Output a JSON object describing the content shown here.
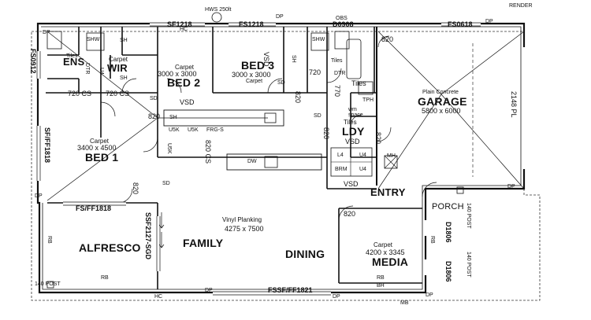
{
  "plan": {
    "header_render": "RENDER",
    "hws": "HWS 250lt",
    "window_codes": {
      "sf1218_top": "SF1218",
      "fs1218_top": "FS1218",
      "d0908": "D0908",
      "fs0618": "FS0618",
      "fs0912": "FS0912",
      "sf_ff1818": "SF/FF1818",
      "fs_ff1818": "FS/FF1818",
      "ssf2127_sgd": "SSF2127-SGD",
      "fssf_ff1821": "FSSF/FF1821",
      "d1806_a": "D1806",
      "d1806_b": "D1806"
    },
    "rooms": {
      "ens": {
        "name": "ENS"
      },
      "wir": {
        "name": "WIR",
        "finish": "Carpet"
      },
      "bed2": {
        "name": "BED 2",
        "finish": "Carpet",
        "size": "3000 x 3000"
      },
      "bed3": {
        "name": "BED 3",
        "finish": "Carpet",
        "size": "3000 x 3000"
      },
      "bed1": {
        "name": "BED 1",
        "finish": "Carpet",
        "size": "3400 x 4500"
      },
      "garage": {
        "name": "GARAGE",
        "finish": "Plain Concrete",
        "size": "5800 x 6000"
      },
      "ldy": {
        "name": "LDY",
        "finish": "Tiles"
      },
      "entry": {
        "name": "ENTRY"
      },
      "porch": {
        "name": "PORCH"
      },
      "family": {
        "name": "FAMILY",
        "finish": "Vinyl Planking",
        "size": "4275 x 7500"
      },
      "dining": {
        "name": "DINING"
      },
      "alfresco": {
        "name": "ALFRESCO"
      },
      "media": {
        "name": "MEDIA",
        "finish": "Carpet",
        "size": "4200 x 3345"
      }
    },
    "labels": {
      "shw1": "SHW",
      "shw2": "SHW",
      "sh_top": "SH",
      "sh_wir": "SH",
      "sh_bed3": "SH",
      "sh_kitchen": "SH",
      "tiles_ens": "Tiles",
      "tiles_bath": "Tiles",
      "tiles_mid": "Tiles",
      "dtr1": "DTR",
      "dtr2": "DTR",
      "u4": "U4",
      "vsd1": "VSD",
      "vsd2": "VSD",
      "vsd3": "VSD",
      "vsd4": "VSD",
      "cs_720a": "720 CS",
      "cs_720b": "720 CS",
      "cs_820": "820 CS",
      "d820_1": "820",
      "d820_2": "820",
      "d820_3": "820",
      "d820_4": "820",
      "d820_5": "820",
      "d820_6": "820",
      "d820_7": "820",
      "d720": "720",
      "d770": "770",
      "sd1": "SD",
      "sd2": "SD",
      "sd3": "SD",
      "sd4": "SD",
      "tph": "TPH",
      "wm_space": "wm\nspace",
      "u5k1": "U5K",
      "u5k2": "U5K",
      "frg": "FRG-S",
      "u5k3": "U5K",
      "dw": "DW",
      "brm": "BRM",
      "u4b": "U4",
      "u4c": "U4",
      "l4": "L4",
      "mh": "MH",
      "rb1": "RB",
      "rb2": "RB",
      "rb3": "RB",
      "rb4": "RB",
      "bh": "BH",
      "mb": "MB",
      "hc1": "HC",
      "hc2": "HC",
      "dp1": "DP",
      "dp2": "DP",
      "dp3": "DP",
      "dp4": "DP",
      "dp5": "DP",
      "dp6": "DP",
      "dp7": "DP",
      "dp8": "DP",
      "post1": "140 POST",
      "post2": "140 POST",
      "post3": "140 POST",
      "garage_pl": "2148 PL",
      "obs": "OBS"
    }
  }
}
